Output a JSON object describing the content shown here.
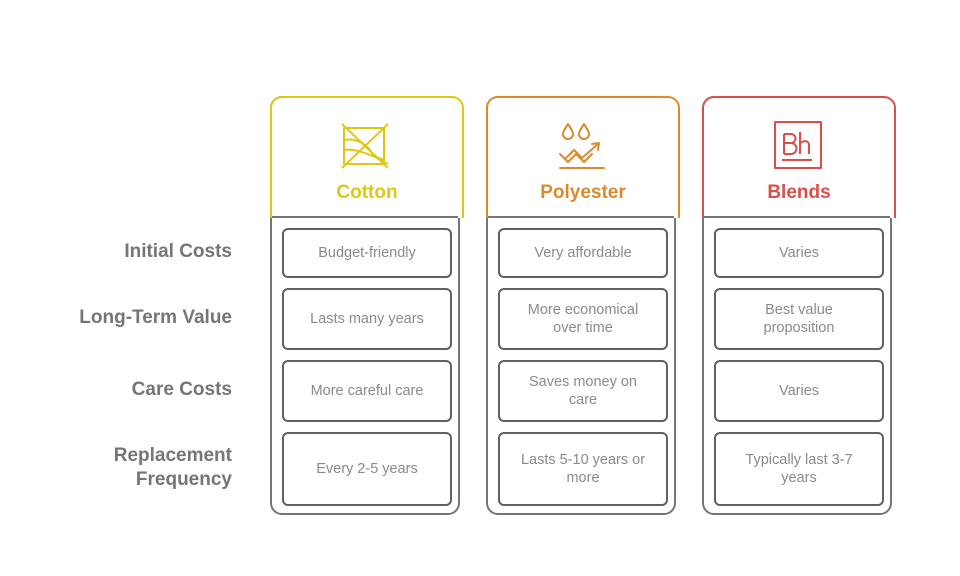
{
  "rows": [
    "Initial Costs",
    "Long-Term Value",
    "Care Costs",
    "Replacement Frequency"
  ],
  "columns": [
    {
      "title": "Cotton",
      "color": "#e0c812",
      "icon": "no-tumble-dry-icon",
      "cells": [
        "Budget-friendly",
        "Lasts many years",
        "More careful care",
        "Every 2-5 years"
      ]
    },
    {
      "title": "Polyester",
      "color": "#dc8a2c",
      "icon": "water-drops-trend-icon",
      "cells": [
        "Very affordable",
        "More economical over time",
        "Saves money on care",
        "Lasts 5-10 years or more"
      ]
    },
    {
      "title": "Blends",
      "color": "#d9504a",
      "icon": "bh-element-icon",
      "cells": [
        "Varies",
        "Best value proposition",
        "Varies",
        "Typically last 3-7 years"
      ]
    }
  ]
}
